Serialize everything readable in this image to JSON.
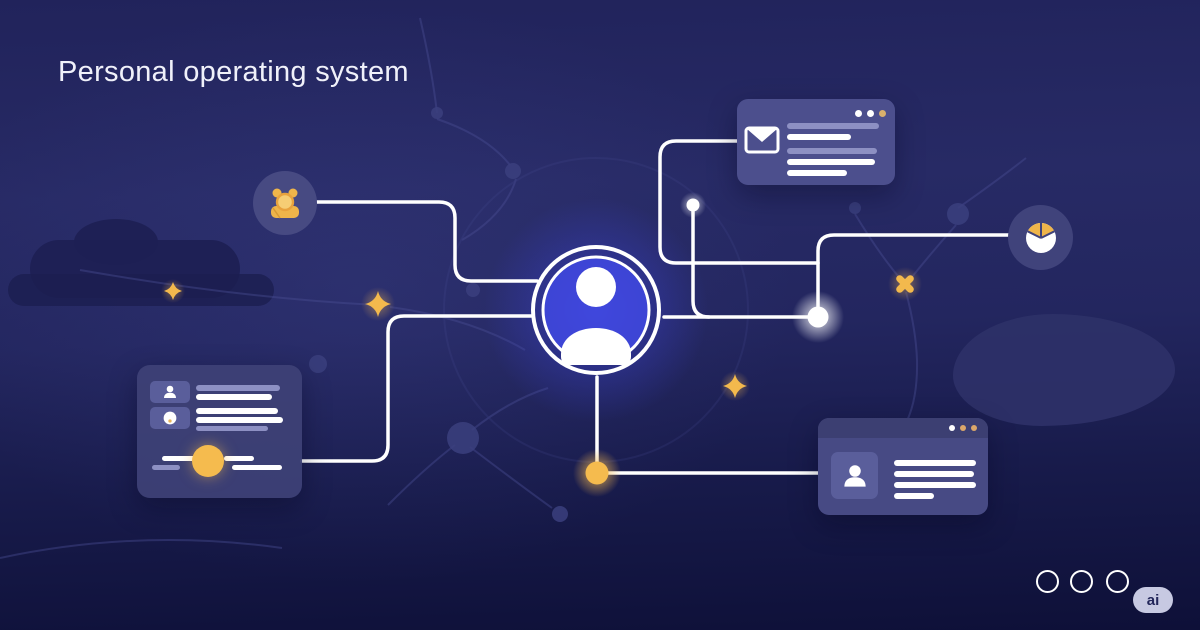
{
  "title": "Personal operating system",
  "brand_badge": {
    "label": "ai"
  },
  "colors": {
    "background_top": "#22245c",
    "background_bottom": "#0e1038",
    "hub_glow_blue": "#4a52f0",
    "card_background": "#4a4d8a",
    "skeleton_lavender": "#8d90c3",
    "skeleton_white": "#ffffff",
    "accent_orange": "#f3b94d",
    "connector_white": "#ffffff"
  },
  "icons": [
    {
      "name": "user-icon",
      "location": "central hub"
    },
    {
      "name": "envelope-icon",
      "location": "message card"
    },
    {
      "name": "people-group-icon",
      "location": "contacts node"
    },
    {
      "name": "pie-chart-icon",
      "location": "analytics node"
    },
    {
      "name": "user-avatar-icon",
      "location": "profile card and contact rows"
    },
    {
      "name": "sparkle-icon",
      "location": "decorative accents"
    },
    {
      "name": "cross-sparkle-icon",
      "location": "decorative accent"
    }
  ]
}
